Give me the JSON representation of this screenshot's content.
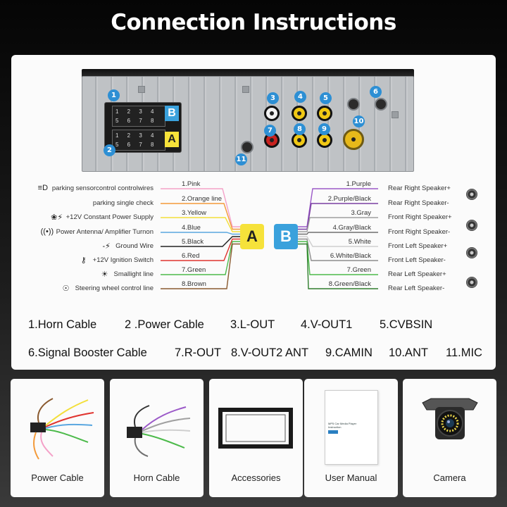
{
  "title": "Connection Instructions",
  "unit_numbers": [
    "1",
    "2",
    "3",
    "4",
    "5",
    "6",
    "7",
    "8",
    "9",
    "10",
    "11"
  ],
  "unit_tags": {
    "b": "B",
    "a": "A"
  },
  "pin_rows": {
    "b_top": "1 2 3 4",
    "b_bot": "5 6 7 8",
    "a_top": "1 2 3 4",
    "a_bot": "5 6 7 8"
  },
  "connector_a": {
    "tag": "A",
    "functions": [
      {
        "label": "parking sensorcontrol controlwires",
        "icon": "parking-light-icon",
        "wire": "1.Pink",
        "color": "#f4a1c8"
      },
      {
        "label": "parking single check",
        "icon": "",
        "wire": "2.Orange line",
        "color": "#f39a3a"
      },
      {
        "label": "+12V Constant Power Supply",
        "icon": "power-icon",
        "wire": "3.Yellow",
        "color": "#f3df3a"
      },
      {
        "label": "Power Antenna/ Amplifier Turnon",
        "icon": "antenna-icon",
        "wire": "4.Blue",
        "color": "#5aa7e0"
      },
      {
        "label": "Ground Wire",
        "icon": "ground-icon",
        "wire": "5.Black",
        "color": "#222222"
      },
      {
        "label": "+12V Ignition Switch",
        "icon": "key-icon",
        "wire": "6.Red",
        "color": "#e0342f"
      },
      {
        "label": "Smallight line",
        "icon": "light-icon",
        "wire": "7.Green",
        "color": "#4cba4a"
      },
      {
        "label": "Steering wheel control line",
        "icon": "steering-wheel-icon",
        "wire": "8.Brown",
        "color": "#8a5a2f"
      }
    ]
  },
  "connector_b": {
    "tag": "B",
    "functions": [
      {
        "label": "Rear Right Speaker+",
        "wire": "1.Purple",
        "color": "#9b59c8"
      },
      {
        "label": "Rear Right Speaker-",
        "wire": "2.Purple/Black",
        "color": "#7a3fa2"
      },
      {
        "label": "Front Right Speaker+",
        "wire": "3.Gray",
        "color": "#a0a0a0"
      },
      {
        "label": "Front Right Speaker-",
        "wire": "4.Gray/Black",
        "color": "#6f6f6f"
      },
      {
        "label": "Front Left Speaker+",
        "wire": "5.White",
        "color": "#cfcfcf"
      },
      {
        "label": "Front Left Speaker-",
        "wire": "6.White/Black",
        "color": "#8d8d8d"
      },
      {
        "label": "Rear Left Speaker+",
        "wire": "7.Green",
        "color": "#4cba4a"
      },
      {
        "label": "Rear Left Speaker-",
        "wire": "8.Green/Black",
        "color": "#2f7d2d"
      }
    ]
  },
  "legend": {
    "row1": [
      "1.Horn Cable",
      "2 .Power Cable",
      "3.L-OUT",
      "4.V-OUT1",
      "5.CVBSIN"
    ],
    "row2": [
      "6.Signal Booster Cable",
      "7.R-OUT",
      "8.V-OUT2 ANT",
      "9.CAMIN",
      "10.ANT",
      "11.MIC"
    ]
  },
  "accessories": [
    {
      "caption": "Power Cable",
      "icon": "power-cable-icon"
    },
    {
      "caption": "Horn Cable",
      "icon": "horn-cable-icon"
    },
    {
      "caption": "Accessories",
      "icon": "frame-icon"
    },
    {
      "caption": "User Manual",
      "icon": "manual-icon"
    },
    {
      "caption": "Camera",
      "icon": "camera-icon"
    }
  ],
  "manual_cover": {
    "title_line1": "MP5 Car Media Player",
    "title_line2": "Instruction"
  }
}
